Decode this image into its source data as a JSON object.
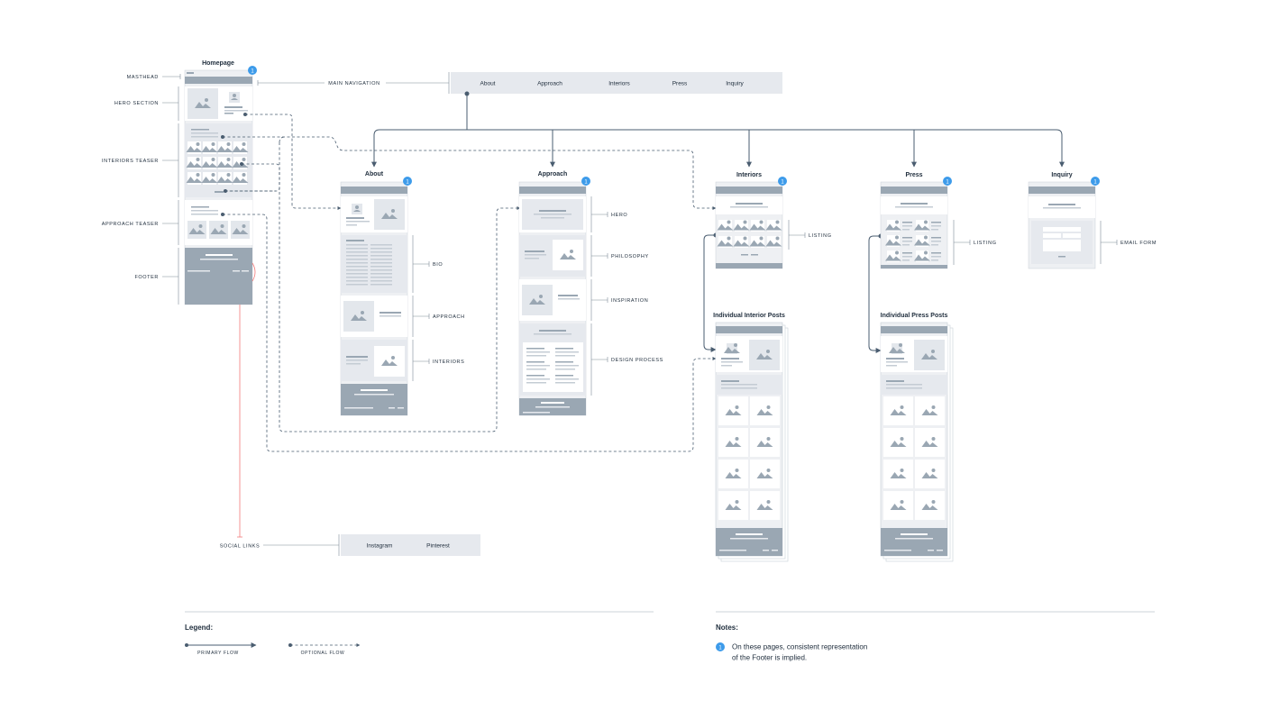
{
  "homepage": {
    "title": "Homepage",
    "sections": [
      "MASTHEAD",
      "HERO SECTION",
      "INTERIORS TEASER",
      "APPROACH TEASER",
      "FOOTER"
    ]
  },
  "main_nav": {
    "label": "MAIN NAVIGATION",
    "items": [
      "About",
      "Approach",
      "Interiors",
      "Press",
      "Inquiry"
    ]
  },
  "pages": {
    "about": {
      "title": "About",
      "sections": [
        "BIO",
        "APPROACH",
        "INTERIORS"
      ]
    },
    "approach": {
      "title": "Approach",
      "sections": [
        "HERO",
        "PHILOSOPHY",
        "INSPIRATION",
        "DESIGN PROCESS"
      ]
    },
    "interiors": {
      "title": "Interiors",
      "sections": [
        "LISTING"
      ]
    },
    "press": {
      "title": "Press",
      "sections": [
        "LISTING"
      ]
    },
    "inquiry": {
      "title": "Inquiry",
      "sections": [
        "EMAIL FORM"
      ]
    },
    "interior_posts": {
      "title": "Individual Interior Posts"
    },
    "press_posts": {
      "title": "Individual Press Posts"
    }
  },
  "note_badge": "1",
  "social": {
    "label": "SOCIAL LINKS",
    "items": [
      "Instagram",
      "Pinterest"
    ]
  },
  "legend": {
    "title": "Legend:",
    "primary": "PRIMARY FLOW",
    "optional": "OPTIONAL FLOW"
  },
  "notes": {
    "title": "Notes:",
    "number": "1",
    "line1": "On these pages, consistent representation",
    "line2": "of the Footer is implied."
  },
  "colors": {
    "wire_bg": "#e6e9ee",
    "wire_dark": "#9aa7b3",
    "line": "#7d8a96",
    "primary": "#4a5d70",
    "badge": "#3d9bea",
    "social_line": "#f27b7b"
  }
}
